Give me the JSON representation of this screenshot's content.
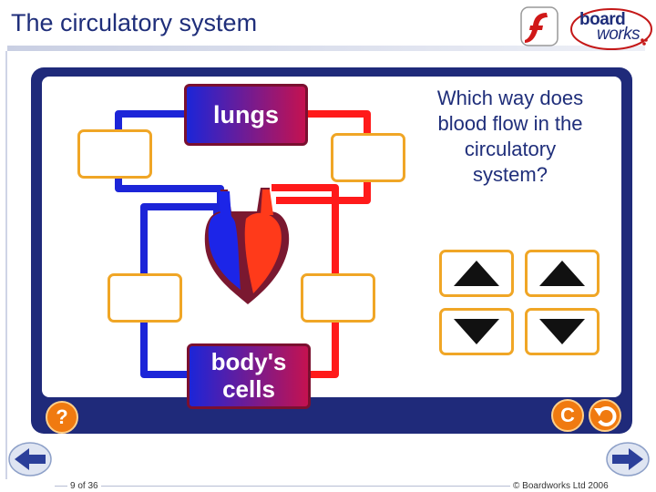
{
  "slide": {
    "title": "The circulatory system",
    "page": "9 of 36",
    "copyright": "© Boardworks Ltd 2006"
  },
  "logo": {
    "line1": "board",
    "line2": "works"
  },
  "diagram": {
    "top_organ": "lungs",
    "bottom_organ_line1": "body's",
    "bottom_organ_line2": "cells"
  },
  "question": "Which way does blood flow in the circulatory system?",
  "controls": {
    "help": "?",
    "reset": "C"
  },
  "icons": {
    "flash": "flash-player-icon",
    "help": "help-icon",
    "reset": "reset-icon",
    "undo": "undo-icon",
    "prev": "previous-arrow-icon",
    "next": "next-arrow-icon",
    "up": "up-triangle-icon",
    "down": "down-triangle-icon"
  },
  "colors": {
    "title": "#1f2e7a",
    "frame": "#1f2a7a",
    "oxygen_poor": "#1c25d8",
    "oxygen_rich": "#ff1a1a",
    "box_border": "#f0a626",
    "button": "#f07a10"
  }
}
